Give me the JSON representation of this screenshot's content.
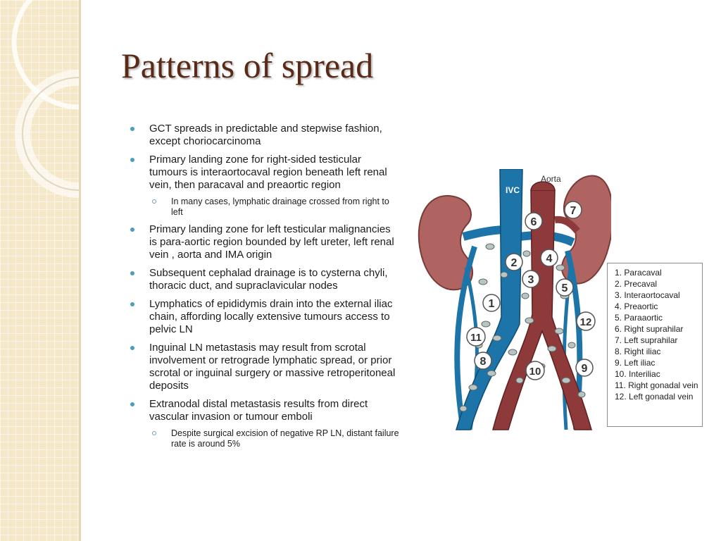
{
  "slide": {
    "title": "Patterns of spread",
    "bullets": [
      "GCT spreads in predictable and stepwise fashion, except choriocarcinoma",
      "Primary landing zone for right-sided testicular tumours is interaortocaval region beneath left renal vein, then paracaval and preaortic region",
      "Primary landing zone for left testicular malignancies is para-aortic region bounded by left ureter, left renal vein , aorta and IMA origin",
      "Subsequent cephalad drainage is to cysterna chyli, thoracic duct, and supraclavicular nodes",
      "Lymphatics of epididymis drain into the external iliac chain, affording locally extensive tumours access to pelvic LN",
      "Inguinal LN metastasis may result from scrotal involvement or retrograde lymphatic spread, or prior scrotal or inguinal surgery or massive retroperitoneal deposits",
      "Extranodal distal metastasis results from direct vascular invasion or tumour emboli"
    ],
    "sub_bullets": [
      "In many cases, lymphatic drainage crossed from right to left",
      "Despite surgical excision of negative RP LN, distant failure rate is around 5%"
    ]
  },
  "figure": {
    "label_ivc": "IVC",
    "label_aorta": "Aorta",
    "node_numbers": [
      "1",
      "2",
      "3",
      "4",
      "5",
      "6",
      "7",
      "8",
      "9",
      "10",
      "11",
      "12"
    ],
    "legend": [
      "1. Paracaval",
      "2. Precaval",
      "3. Interaortocaval",
      "4. Preaortic",
      "5. Paraaortic",
      "6. Right suprahilar",
      "7. Left suprahilar",
      "8. Right iliac",
      "9. Left iliac",
      "10. Interiliac",
      "11. Right gonadal vein",
      "12. Left gonadal vein"
    ],
    "colors": {
      "vein": "#1d74a8",
      "artery": "#8e3a3a",
      "kidney": "#b06461",
      "node": "#b9c5c3"
    }
  }
}
